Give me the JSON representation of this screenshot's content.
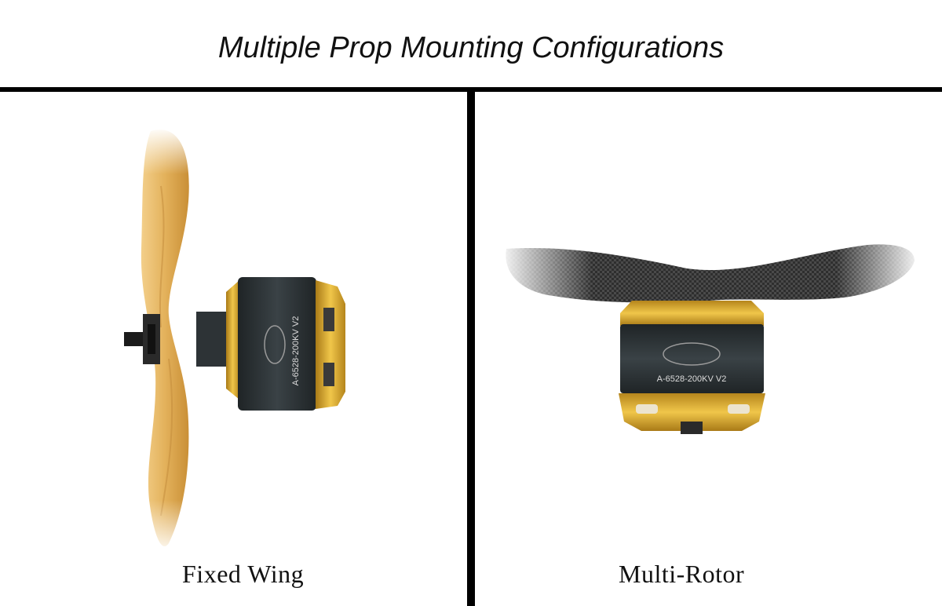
{
  "title": "Multiple Prop Mounting Configurations",
  "panels": [
    {
      "caption": "Fixed Wing",
      "motor_label": "A-6528-200KV V2",
      "prop_material": "wood"
    },
    {
      "caption": "Multi-Rotor",
      "motor_label": "A-6528-200KV V2",
      "prop_material": "carbon fiber"
    }
  ],
  "colors": {
    "divider": "#000000",
    "motor_body": "#2b3134",
    "gold": "#d9a92a",
    "wood": "#e3b15b",
    "carbon": "#3a3a3a"
  }
}
